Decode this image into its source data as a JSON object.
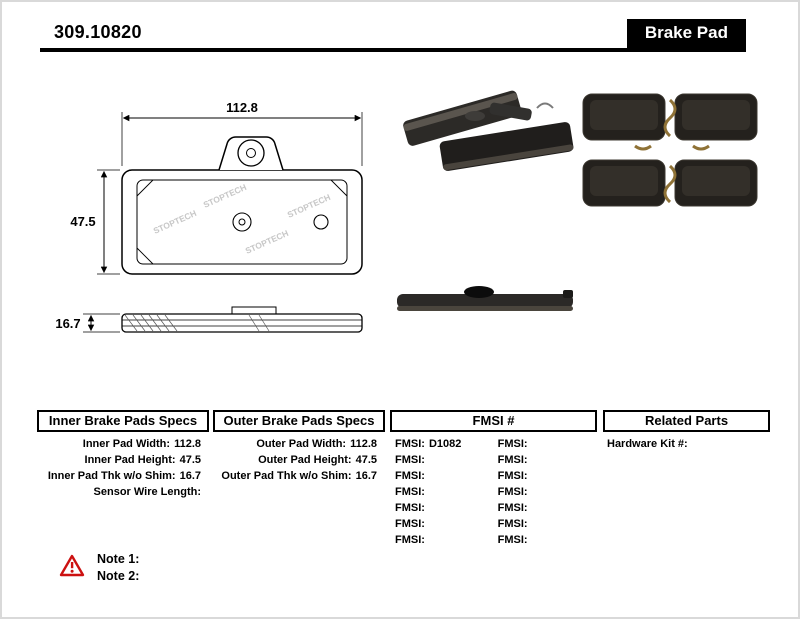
{
  "header": {
    "part_number": "309.10820",
    "category": "Brake Pad"
  },
  "diagram": {
    "dim_width": "112.8",
    "dim_height": "47.5",
    "dim_thickness": "16.7",
    "watermark": "STOPTECH"
  },
  "spec_tables": {
    "inner": {
      "title": "Inner Brake Pads Specs",
      "rows": [
        {
          "label": "Inner Pad Width:",
          "value": "112.8"
        },
        {
          "label": "Inner Pad Height:",
          "value": "47.5"
        },
        {
          "label": "Inner Pad Thk w/o Shim:",
          "value": "16.7"
        },
        {
          "label": "Sensor Wire Length:",
          "value": ""
        }
      ]
    },
    "outer": {
      "title": "Outer Brake Pads Specs",
      "rows": [
        {
          "label": "Outer Pad Width:",
          "value": "112.8"
        },
        {
          "label": "Outer Pad Height:",
          "value": "47.5"
        },
        {
          "label": "Outer Pad Thk w/o Shim:",
          "value": "16.7"
        }
      ]
    },
    "fmsi": {
      "title": "FMSI #",
      "col1": [
        {
          "label": "FMSI:",
          "value": "D1082"
        },
        {
          "label": "FMSI:",
          "value": ""
        },
        {
          "label": "FMSI:",
          "value": ""
        },
        {
          "label": "FMSI:",
          "value": ""
        },
        {
          "label": "FMSI:",
          "value": ""
        },
        {
          "label": "FMSI:",
          "value": ""
        },
        {
          "label": "FMSI:",
          "value": ""
        }
      ],
      "col2": [
        {
          "label": "FMSI:",
          "value": ""
        },
        {
          "label": "FMSI:",
          "value": ""
        },
        {
          "label": "FMSI:",
          "value": ""
        },
        {
          "label": "FMSI:",
          "value": ""
        },
        {
          "label": "FMSI:",
          "value": ""
        },
        {
          "label": "FMSI:",
          "value": ""
        },
        {
          "label": "FMSI:",
          "value": ""
        }
      ]
    },
    "related": {
      "title": "Related Parts",
      "rows": [
        {
          "label": "Hardware Kit #:",
          "value": ""
        }
      ]
    }
  },
  "notes": {
    "icon": "warning-triangle",
    "items": [
      "Note 1:",
      "Note 2:"
    ]
  },
  "colors": {
    "header_bar": "#000000",
    "warning_red": "#cc1111"
  }
}
